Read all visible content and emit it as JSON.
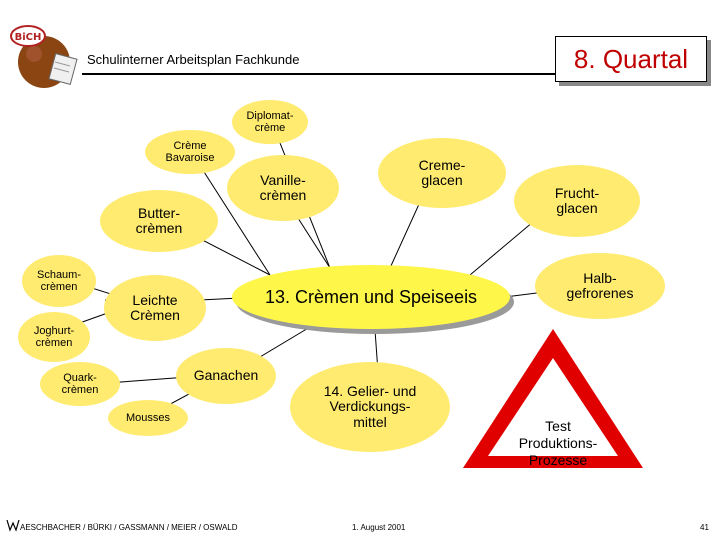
{
  "header": {
    "subtitle": "Schulinterner Arbeitsplan Fachkunde",
    "quarter": "8. Quartal"
  },
  "center": {
    "label": "13. Crèmen und Speiseeis"
  },
  "nodes": {
    "diplomat": "Diplomat-\ncrème",
    "bavaroise": "Crème\nBavaroise",
    "vanille": "Vanille-\ncrèmen",
    "cremeglacen": "Creme-\nglacen",
    "fruchtglacen": "Frucht-\nglacen",
    "butter": "Butter-\ncrèmen",
    "schaum": "Schaum-\ncrèmen",
    "joghurt": "Joghurt-\ncrèmen",
    "leichte": "Leichte\nCrèmen",
    "halb": "Halb-\ngefrorenes",
    "quark": "Quark-\ncrèmen",
    "ganachen": "Ganachen",
    "mousses": "Mousses",
    "gelier": "14. Gelier- und\nVerdickungs-\nmittel"
  },
  "warning": {
    "label": "Test\nProduktions-\nProzesse",
    "color": "#e00000"
  },
  "footer": {
    "authors": "AESCHBACHER / BÜRKI / GASSMANN / MEIER / OSWALD",
    "date": "1. August 2001",
    "page": "41"
  },
  "colors": {
    "bubble": "#ffeb70",
    "center": "#fff64a",
    "quarter_text": "#c00000"
  }
}
